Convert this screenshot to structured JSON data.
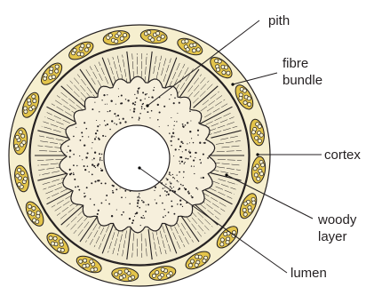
{
  "labels": {
    "pith": "pith",
    "fibre_bundle_line1": "fibre",
    "fibre_bundle_line2": "bundle",
    "cortex": "cortex",
    "woody_layer_line1": "woody",
    "woody_layer_line2": "layer",
    "lumen": "lumen"
  },
  "colors": {
    "cortex_fill": "#f6efcf",
    "bundle_fill": "#e3c44a",
    "bundle_cell": "#fbf4d2",
    "woody_fill": "#f1ead0",
    "pith_fill": "#f6efdc",
    "lumen_fill": "#ffffff",
    "ink": "#231f20"
  },
  "structure": {
    "fibre_bundle_count": 20,
    "woody_wedge_count": 26
  }
}
